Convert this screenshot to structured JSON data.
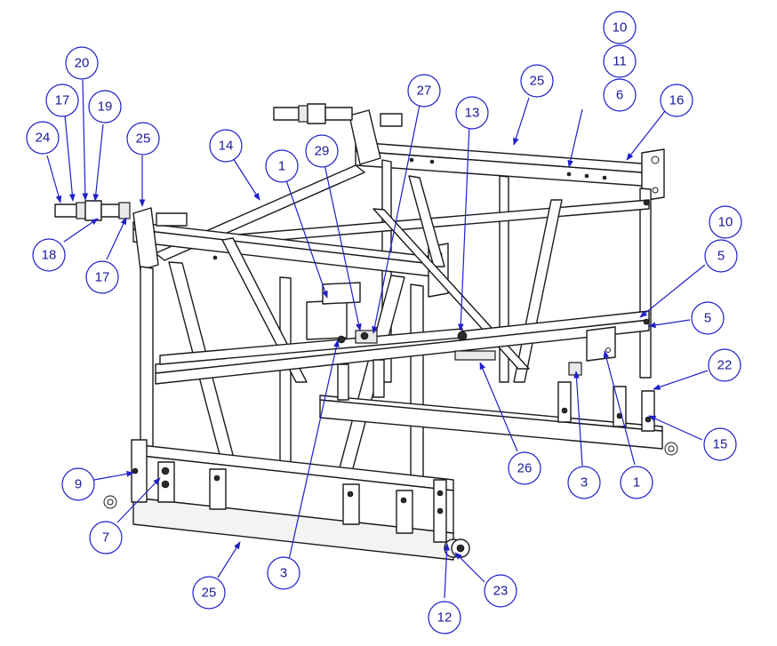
{
  "callouts": [
    {
      "id": "c-10a",
      "label": "10"
    },
    {
      "id": "c-11",
      "label": "11"
    },
    {
      "id": "c-6",
      "label": "6"
    },
    {
      "id": "c-16",
      "label": "16"
    },
    {
      "id": "c-25a",
      "label": "25"
    },
    {
      "id": "c-13",
      "label": "13"
    },
    {
      "id": "c-27",
      "label": "27"
    },
    {
      "id": "c-29",
      "label": "29"
    },
    {
      "id": "c-1a",
      "label": "1"
    },
    {
      "id": "c-14",
      "label": "14"
    },
    {
      "id": "c-25b",
      "label": "25"
    },
    {
      "id": "c-20",
      "label": "20"
    },
    {
      "id": "c-17a",
      "label": "17"
    },
    {
      "id": "c-19",
      "label": "19"
    },
    {
      "id": "c-24",
      "label": "24"
    },
    {
      "id": "c-18",
      "label": "18"
    },
    {
      "id": "c-17b",
      "label": "17"
    },
    {
      "id": "c-10b",
      "label": "10"
    },
    {
      "id": "c-5a",
      "label": "5"
    },
    {
      "id": "c-5b",
      "label": "5"
    },
    {
      "id": "c-22",
      "label": "22"
    },
    {
      "id": "c-15",
      "label": "15"
    },
    {
      "id": "c-1b",
      "label": "1"
    },
    {
      "id": "c-3a",
      "label": "3"
    },
    {
      "id": "c-26",
      "label": "26"
    },
    {
      "id": "c-9",
      "label": "9"
    },
    {
      "id": "c-7",
      "label": "7"
    },
    {
      "id": "c-3b",
      "label": "3"
    },
    {
      "id": "c-25c",
      "label": "25"
    },
    {
      "id": "c-23",
      "label": "23"
    },
    {
      "id": "c-12",
      "label": "12"
    }
  ]
}
